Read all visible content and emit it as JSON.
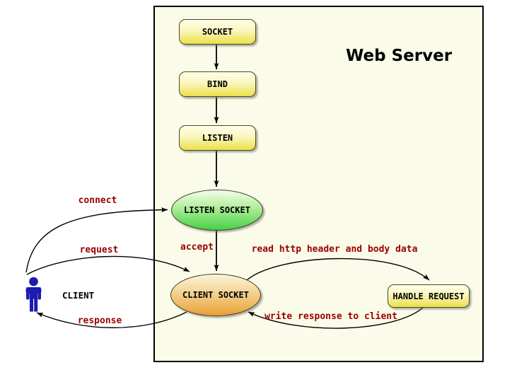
{
  "diagram": {
    "title": "Web Server",
    "client": {
      "label": "CLIENT"
    },
    "nodes": {
      "socket": {
        "label": "SOCKET",
        "shape": "rounded-rect",
        "fill": "yellow-gradient"
      },
      "bind": {
        "label": "BIND",
        "shape": "rounded-rect",
        "fill": "yellow-gradient"
      },
      "listen": {
        "label": "LISTEN",
        "shape": "rounded-rect",
        "fill": "yellow-gradient"
      },
      "listen_socket": {
        "label": "LISTEN SOCKET",
        "shape": "ellipse",
        "fill": "green-gradient"
      },
      "client_socket": {
        "label": "CLIENT SOCKET",
        "shape": "ellipse",
        "fill": "orange-gradient"
      },
      "handle_request": {
        "label": "HANDLE REQUEST",
        "shape": "rounded-rect",
        "fill": "yellow-gradient"
      }
    },
    "edges": {
      "socket_to_bind": {
        "from": "SOCKET",
        "to": "BIND",
        "label": ""
      },
      "bind_to_listen": {
        "from": "BIND",
        "to": "LISTEN",
        "label": ""
      },
      "listen_to_listen_socket": {
        "from": "LISTEN",
        "to": "LISTEN SOCKET",
        "label": ""
      },
      "accept": {
        "from": "LISTEN SOCKET",
        "to": "CLIENT SOCKET",
        "label": "accept"
      },
      "connect": {
        "from": "CLIENT",
        "to": "LISTEN SOCKET",
        "label": "connect"
      },
      "request": {
        "from": "CLIENT",
        "to": "CLIENT SOCKET",
        "label": "request"
      },
      "response": {
        "from": "CLIENT SOCKET",
        "to": "CLIENT",
        "label": "response"
      },
      "read": {
        "from": "CLIENT SOCKET",
        "to": "HANDLE REQUEST",
        "label": "read http header and body data"
      },
      "write": {
        "from": "HANDLE REQUEST",
        "to": "CLIENT SOCKET",
        "label": "write response to client"
      }
    },
    "colors": {
      "server_background": "#FBFBE9",
      "server_border": "#000000",
      "node_yellow_top": "#FFFFE9",
      "node_yellow_bottom": "#EBE049",
      "ellipse_green_top": "#F4FCEC",
      "ellipse_green_bottom": "#44D144",
      "ellipse_orange_top": "#FCF3D9",
      "ellipse_orange_bottom": "#E7A133",
      "edge_label_red": "#990000",
      "client_figure_blue": "#1C1CB0",
      "arrow_black": "#000000"
    }
  }
}
